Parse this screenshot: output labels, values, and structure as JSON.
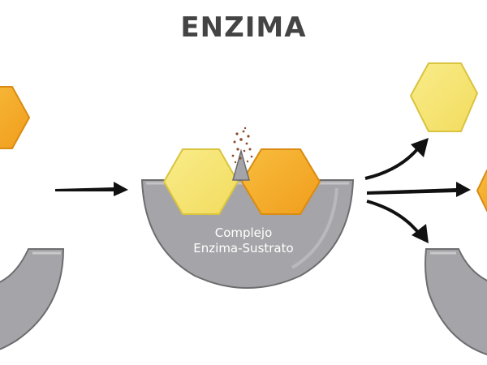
{
  "title": "ENZIMA",
  "complex_label": {
    "line1": "Complejo",
    "line2": "Enzima-Sustrato"
  },
  "colors": {
    "enzyme": "#a5a5a9",
    "enzyme_edge": "#6d6d70",
    "substrate_light": "#f6e36e",
    "substrate_dark": "#f5ad2a",
    "arrow": "#111111",
    "title": "#444444"
  }
}
